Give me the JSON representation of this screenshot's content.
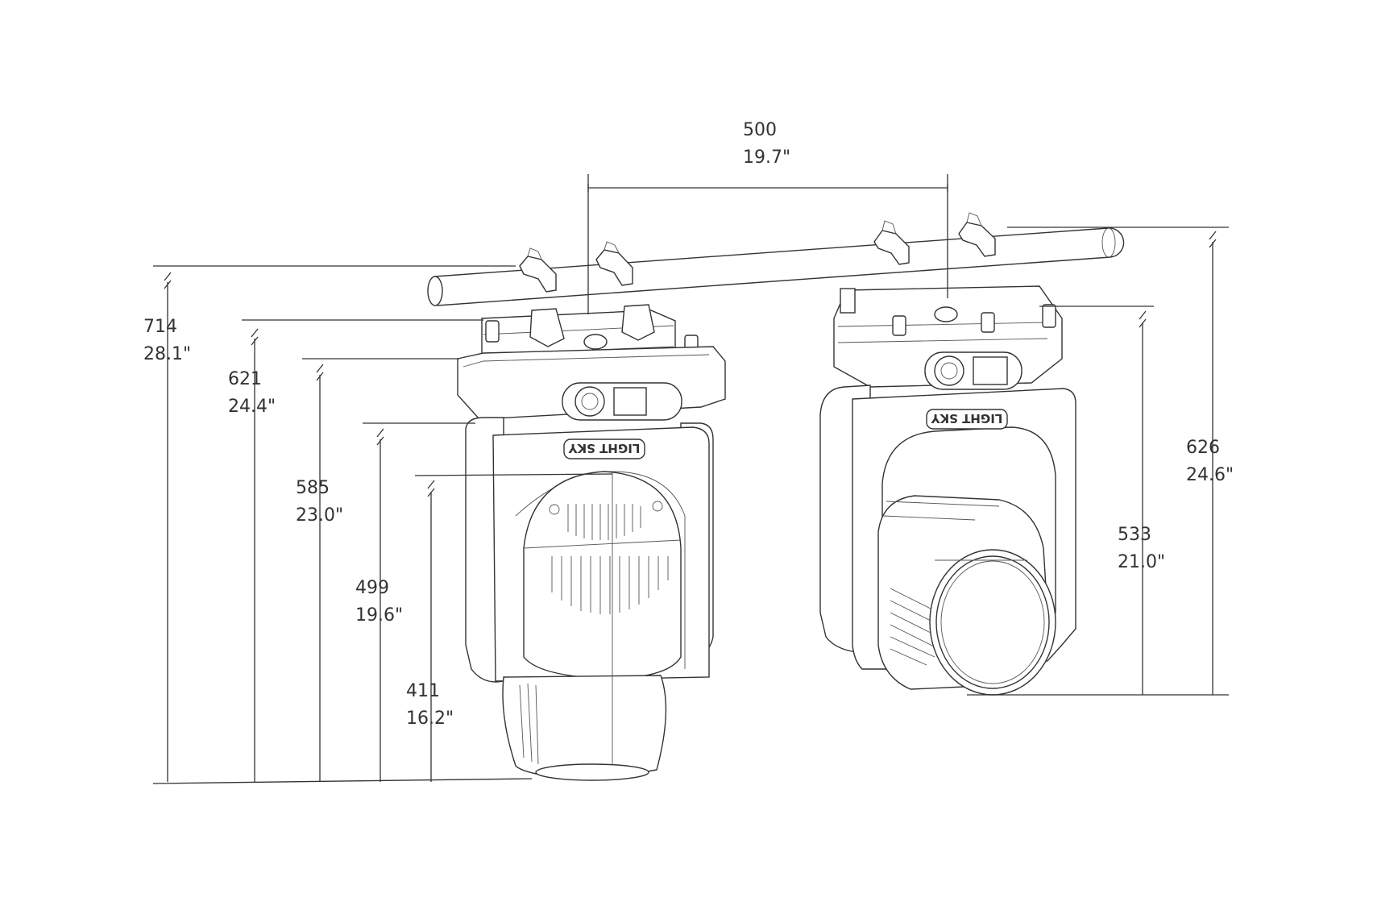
{
  "dimensions": {
    "width_between_fixtures": {
      "mm": "500",
      "inch": "19.7\""
    },
    "left_fixture": [
      {
        "mm": "714",
        "inch": "28.1\""
      },
      {
        "mm": "621",
        "inch": "24.4\""
      },
      {
        "mm": "585",
        "inch": "23.0\""
      },
      {
        "mm": "499",
        "inch": "19.6\""
      },
      {
        "mm": "411",
        "inch": "16.2\""
      }
    ],
    "right_fixture": [
      {
        "mm": "533",
        "inch": "21.0\""
      },
      {
        "mm": "626",
        "inch": "24.6\""
      }
    ]
  },
  "logo": {
    "left": "LIGHT SKY",
    "right": "LIGHT SKY"
  },
  "colors": {
    "line": "#333333",
    "background": "#ffffff"
  }
}
